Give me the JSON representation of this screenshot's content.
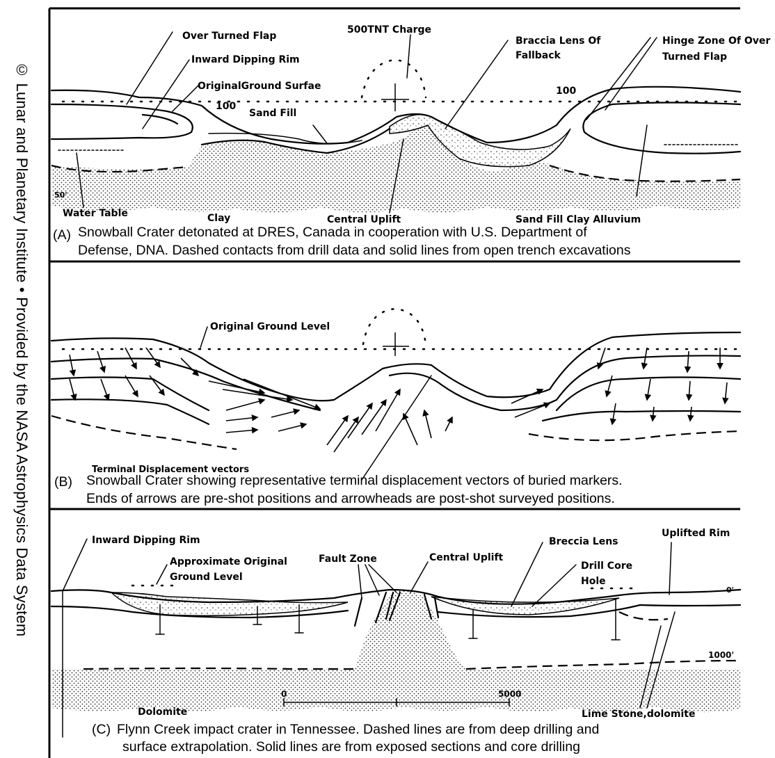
{
  "sidebar": {
    "credit": "© Lunar and Planetary Institute • Provided by the NASA Astrophysics Data System"
  },
  "panel_a": {
    "labels": {
      "over_turned_flap": "Over Turned Flap",
      "inward_dipping_rim": "Inward Dipping  Rim",
      "original_ground_surface": "OriginalGround Surfae",
      "sand_fill": "Sand Fill",
      "charge": "500TNT Charge",
      "breccia_lens": "Braccia Lens Of",
      "breccia_lens_2": "Fallback",
      "hinge_zone": "Hinge Zone Of Over",
      "hinge_zone_2": "Turned Flap",
      "scale_left": "100",
      "scale_right": "100",
      "depth": "50'",
      "water_table": "Water Table",
      "clay": "Clay",
      "central_uplift": "Central Uplift",
      "alluvium": "Sand Fill Clay Alluvium"
    },
    "caption_letter": "(A)",
    "caption_line1": "Snowball Crater detonated at DRES, Canada in cooperation with U.S. Department of",
    "caption_line2": "Defense, DNA. Dashed contacts from drill data and solid lines from open trench excavations"
  },
  "panel_b": {
    "labels": {
      "original_ground_level": "Original Ground Level",
      "terminal_vectors": "Terminal Displacement vectors"
    },
    "caption_letter": "(B)",
    "caption_line1": "Snowball Crater showing representative terminal displacement vectors of buried markers.",
    "caption_line2": "Ends of arrows are pre-shot positions and arrowheads are post-shot surveyed positions."
  },
  "panel_c": {
    "labels": {
      "inward_dipping_rim": "Inward Dipping Rim",
      "approx_ground": "Approximate Original",
      "approx_ground_2": "Ground Level",
      "fault_zone": "Fault Zone",
      "central_uplift": "Central Uplift",
      "breccia_lens": "Breccia Lens",
      "drill_core": "Drill Core",
      "drill_core_2": "Hole",
      "uplifted_rim": "Uplifted Rim",
      "depth": "1000'",
      "scale_zero": "0",
      "scale_max": "5000",
      "dolomite": "Dolomite",
      "limestone": "Lime Stone,dolomite",
      "zero": "0'"
    },
    "caption_letter": "(C)",
    "caption_line1": "Flynn Creek impact crater in Tennessee. Dashed lines are from deep drilling and",
    "caption_line2": "surface extrapolation. Solid lines are from exposed sections and core drilling"
  }
}
